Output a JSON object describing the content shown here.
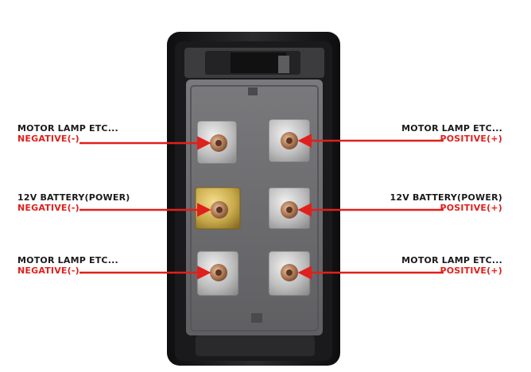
{
  "labels": {
    "top_left": {
      "line1": "MOTOR LAMP ETC...",
      "line2": "NEGATIVE(-)"
    },
    "top_right": {
      "line1": "MOTOR LAMP ETC...",
      "line2": "POSITIVE(+)"
    },
    "mid_left": {
      "line1": "12V BATTERY(POWER)",
      "line2": "NEGATIVE(-)"
    },
    "mid_right": {
      "line1": "12V BATTERY(POWER)",
      "line2": "POSITIVE(+)"
    },
    "bot_left": {
      "line1": "MOTOR LAMP ETC...",
      "line2": "NEGATIVE(-)"
    },
    "bot_right": {
      "line1": "MOTOR LAMP ETC...",
      "line2": "POSITIVE(+)"
    }
  },
  "colors": {
    "arrow": "#e0201c",
    "housing": "#1c1c1e",
    "body": "#6f6f72",
    "terminal": "#c9c9c9",
    "terminal_gold": "#c8a94a"
  },
  "icons": {
    "terminal": "terminal-icon",
    "arrow": "arrow-right-icon"
  }
}
